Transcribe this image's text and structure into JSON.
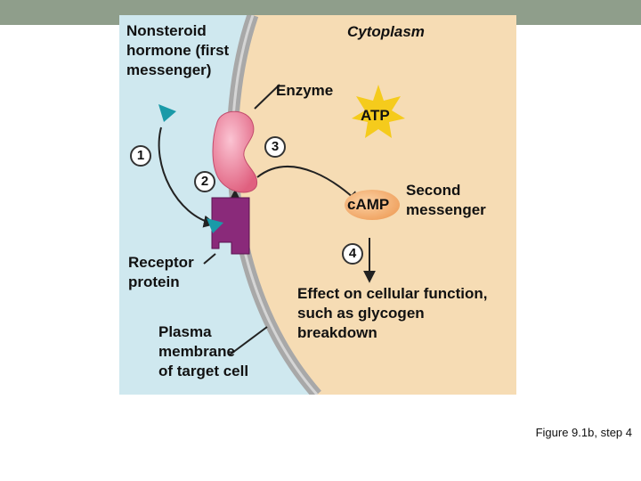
{
  "colors": {
    "topbar": "#8f9e8b",
    "extracellular": "#cfe8ef",
    "cytoplasm": "#f6dcb4",
    "membrane": "#a8a8a8",
    "enzyme": "#f07f9f",
    "receptor": "#8a2a7a",
    "hormone": "#1a9aa8",
    "camp": "#f7b678",
    "atp_burst": "#f5cb1c"
  },
  "labels": {
    "hormone": "Nonsteroid\nhormone (first\nmessenger)",
    "cytoplasm": "Cytoplasm",
    "enzyme": "Enzyme",
    "atp": "ATP",
    "camp": "cAMP",
    "second_messenger": "Second\nmessenger",
    "receptor": "Receptor\nprotein",
    "membrane": "Plasma\nmembrane\nof target cell",
    "effect": "Effect on cellular function,\nsuch as glycogen\nbreakdown"
  },
  "steps": [
    "1",
    "2",
    "3",
    "4"
  ],
  "caption": "Figure 9.1b, step 4"
}
